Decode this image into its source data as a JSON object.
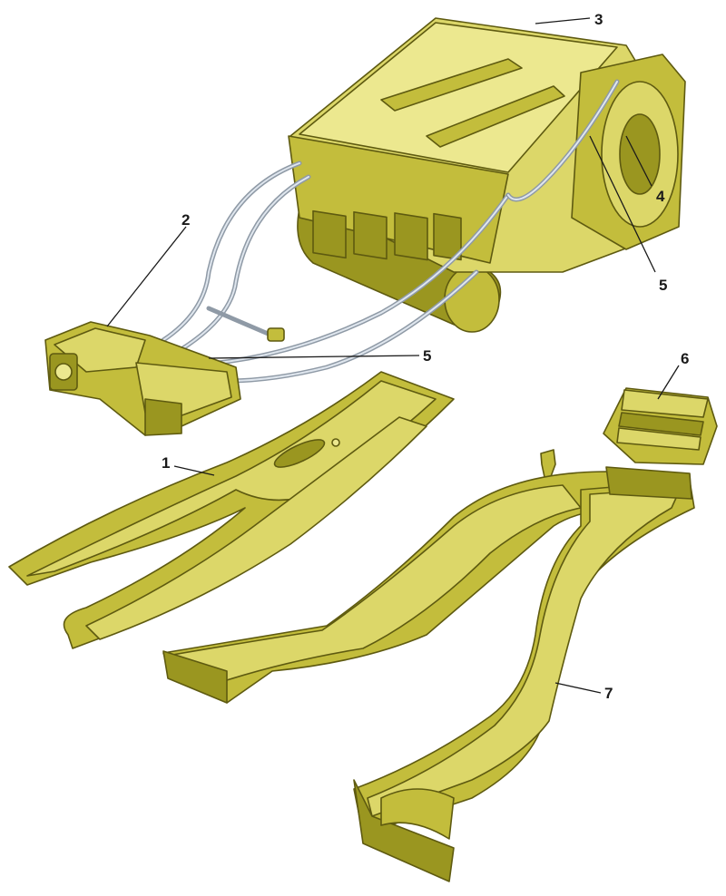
{
  "callouts": [
    {
      "id": "1",
      "label": "1"
    },
    {
      "id": "2",
      "label": "2"
    },
    {
      "id": "3",
      "label": "3"
    },
    {
      "id": "4",
      "label": "4"
    },
    {
      "id": "5a",
      "label": "5"
    },
    {
      "id": "5b",
      "label": "5"
    },
    {
      "id": "6",
      "label": "6"
    },
    {
      "id": "7",
      "label": "7"
    }
  ],
  "colors": {
    "part_fill": "#c3bd3c",
    "part_shadow": "#9a9620",
    "part_highlight": "#ece88f",
    "outline": "#5e5a10",
    "cable": "#8f9aa6",
    "background": "#ffffff"
  }
}
